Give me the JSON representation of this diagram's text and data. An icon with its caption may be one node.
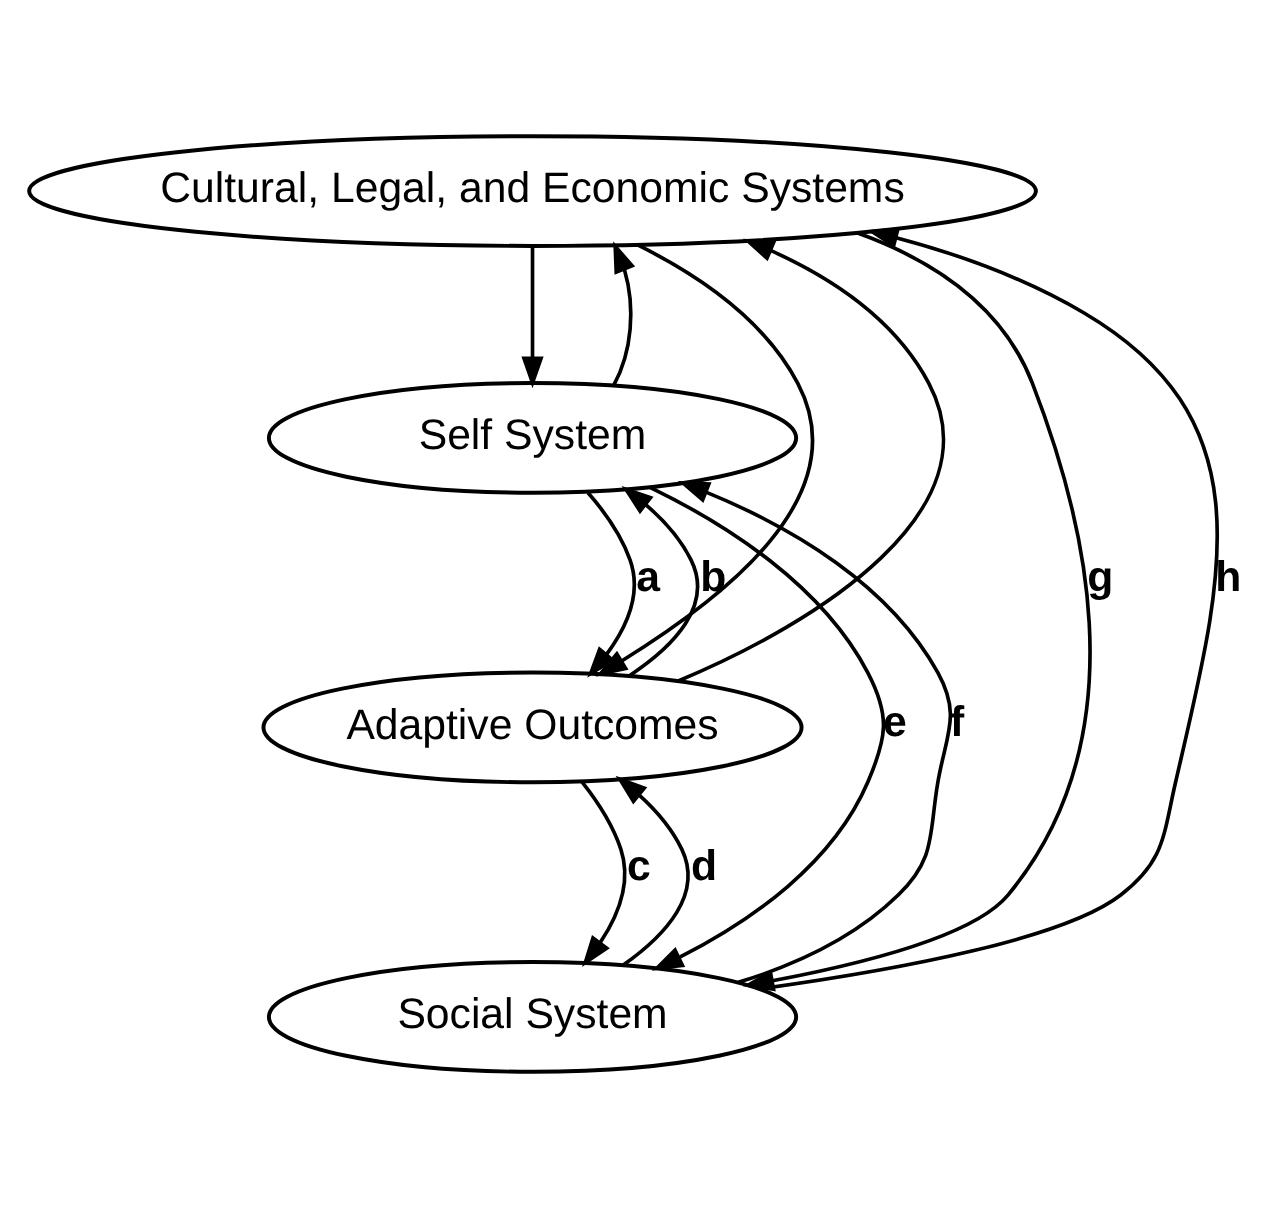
{
  "diagram": {
    "nodes": [
      {
        "text": [
          "Cultural, Legal, and Economic Systems"
        ]
      },
      {
        "text": [
          "Self System"
        ]
      },
      {
        "text": [
          "Adaptive Outcomes"
        ]
      },
      {
        "text": [
          "Social System"
        ]
      }
    ],
    "edges": [
      {
        "from": 0,
        "to": 1,
        "arrow": "to"
      },
      {
        "from": 0,
        "to": 2,
        "arrow": "to"
      },
      {
        "from": 0,
        "to": 3,
        "arrow": "to",
        "label": "g"
      },
      {
        "from": 1,
        "to": 2,
        "arrow": "to",
        "label": "a"
      },
      {
        "from": 2,
        "to": 1,
        "arrow": "to",
        "label": "b"
      },
      {
        "from": 2,
        "to": 3,
        "arrow": "to",
        "label": "c"
      },
      {
        "from": 3,
        "to": 2,
        "arrow": "to",
        "label": "d"
      },
      {
        "from": 1,
        "to": 3,
        "arrow": "to",
        "label": "e"
      },
      {
        "from": 3,
        "to": 1,
        "arrow": "to",
        "label": "f"
      },
      {
        "from": 1,
        "to": 0,
        "arrow": "to"
      },
      {
        "from": 2,
        "to": 0,
        "arrow": "to"
      },
      {
        "from": 3,
        "to": 0,
        "arrow": "to",
        "label": "h"
      }
    ]
  }
}
